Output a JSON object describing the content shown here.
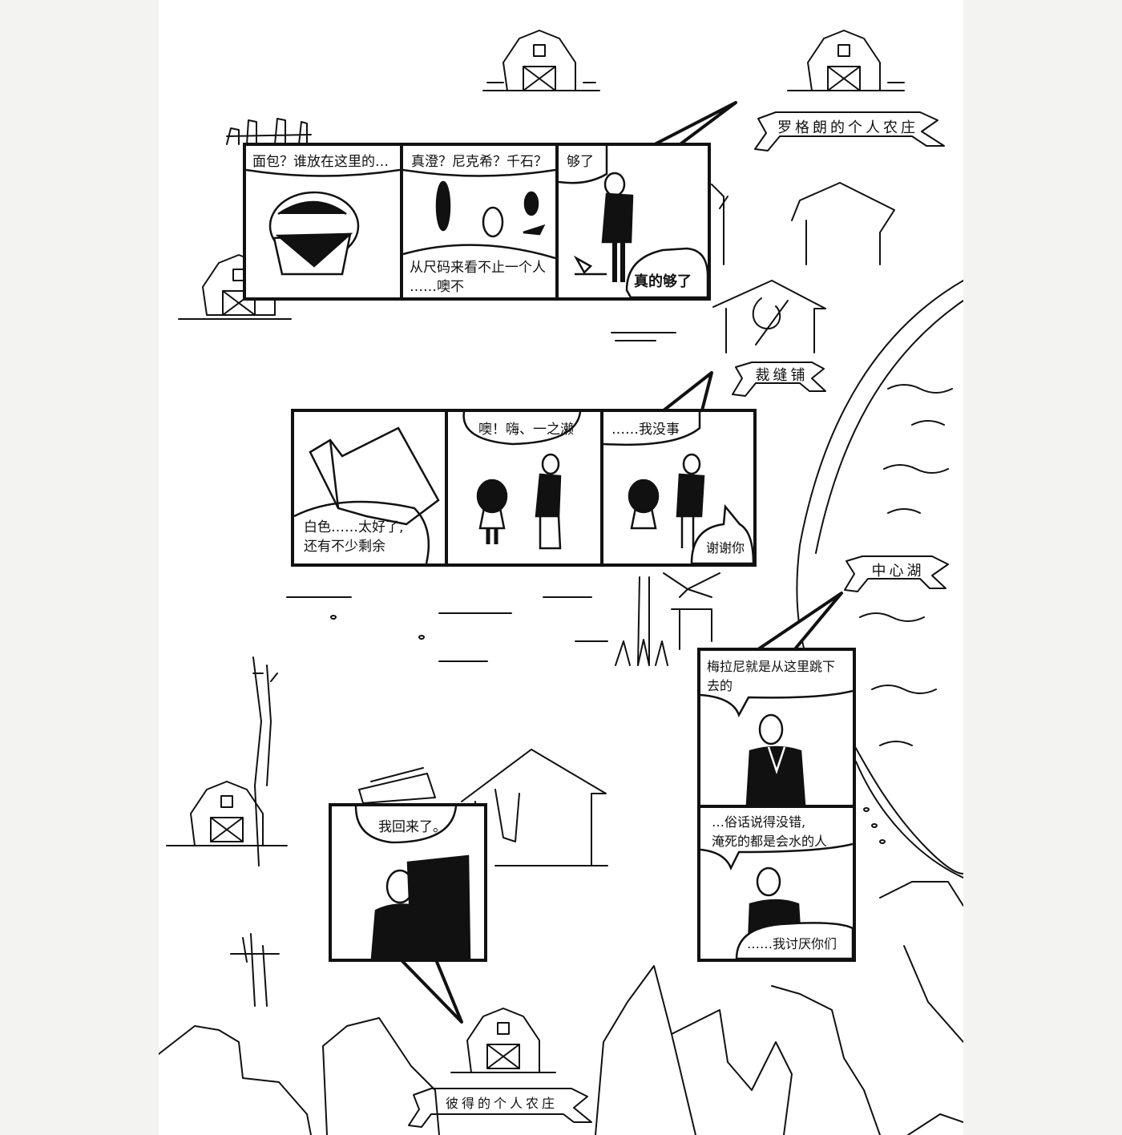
{
  "labels": {
    "farm_rogelang": "罗格朗的个人农庄",
    "tailor_shop": "裁缝铺",
    "central_lake": "中心湖",
    "farm_peter": "彼得的个人农庄"
  },
  "strip1": {
    "p1_text": "面包？谁放在这里的…",
    "p2_text_top": "真澄？尼克希？千石？",
    "p2_text_bottom_1": "从尺码来看不止一个人",
    "p2_text_bottom_2": "……噢不",
    "p3_text_top": "够了",
    "p3_text_bottom": "真的够了"
  },
  "strip2": {
    "p1_text_1": "白色……太好了,",
    "p1_text_2": "还有不少剩余",
    "p2_text": "噢！嗨、一之濑",
    "p3_text_top": "……我没事",
    "p3_text_bottom": "谢谢你"
  },
  "strip3": {
    "p1_text_1": "梅拉尼就是从这里跳下",
    "p1_text_2": "去的",
    "p2_text_1": "…俗话说得没错,",
    "p2_text_2": "淹死的都是会水的人",
    "p2_text_bottom": "……我讨厌你们"
  },
  "strip4": {
    "p1_text": "我回来了。"
  }
}
